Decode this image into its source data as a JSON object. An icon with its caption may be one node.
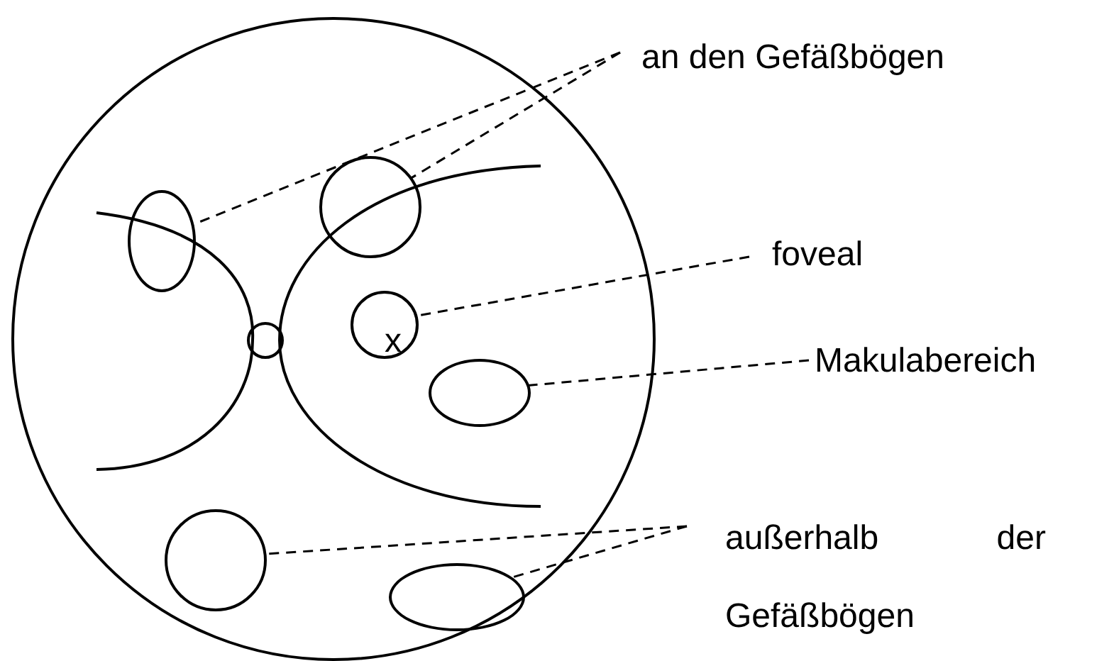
{
  "diagram": {
    "nodes": [
      {
        "text": [],
        "shape": "circle"
      },
      {
        "text": [
          "an den Gefäßbögen"
        ]
      },
      {
        "text": [],
        "shape": "ellipse",
        "in": 0
      },
      {
        "text": [],
        "shape": "circle",
        "in": 0
      },
      {
        "text": [
          "foveal"
        ]
      },
      {
        "text": [],
        "shape": "circle",
        "in": 0
      },
      {
        "text": [
          "Makulabereich"
        ]
      },
      {
        "text": [],
        "shape": "ellipse",
        "in": 0
      },
      {
        "text": [
          "außerhalb der Gefäßbögen"
        ]
      },
      {
        "text": [],
        "shape": "circle",
        "in": 0
      },
      {
        "text": [],
        "shape": "ellipse",
        "in": 0
      }
    ],
    "edges": [
      {
        "from": 1,
        "to": 2,
        "arrow": "none",
        "style": "dashed"
      },
      {
        "from": 1,
        "to": 3,
        "arrow": "none",
        "style": "dashed"
      },
      {
        "from": 4,
        "to": 5,
        "arrow": "none",
        "style": "dashed"
      },
      {
        "from": 6,
        "to": 7,
        "arrow": "none",
        "style": "dashed"
      },
      {
        "from": 8,
        "to": 9,
        "arrow": "none",
        "style": "dashed"
      },
      {
        "from": 8,
        "to": 10,
        "arrow": "none",
        "style": "dashed"
      }
    ],
    "labels": [
      "x"
    ]
  }
}
